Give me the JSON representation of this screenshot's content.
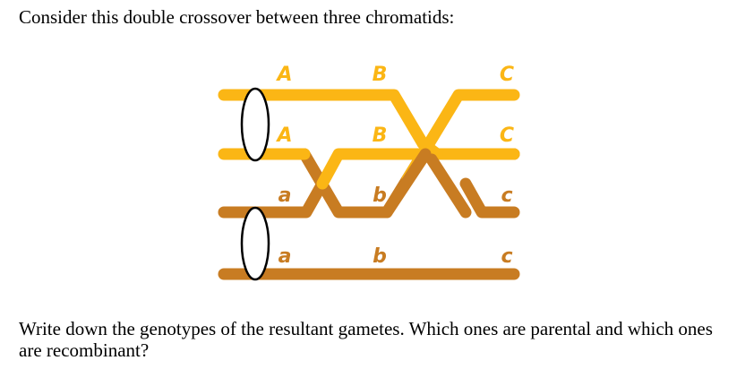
{
  "question": {
    "intro": "Consider this double crossover between three chromatids:",
    "prompt": "Write down the genotypes of the resultant gametes. Which ones are parental and which ones are recombinant?"
  },
  "diagram": {
    "colors": {
      "dominant": "#FBB615",
      "recessive": "#C87C22",
      "centromere_fill": "#ffffff",
      "centromere_stroke": "#000000"
    },
    "labels": {
      "row1": [
        "A",
        "B",
        "C"
      ],
      "row2": [
        "A",
        "B",
        "C"
      ],
      "row3": [
        "a",
        "b",
        "c"
      ],
      "row4": [
        "a",
        "b",
        "c"
      ]
    }
  }
}
